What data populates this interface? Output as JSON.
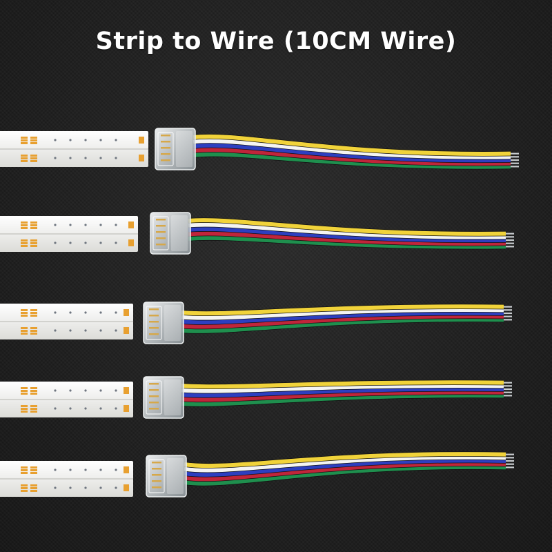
{
  "title": "Strip to Wire (10CM Wire)",
  "colors": {
    "background": "#1f1f1f",
    "strip": "#f2f2f0",
    "pad": "#e8a030",
    "connector": "#d9dde0",
    "pin": "#d6a84a",
    "wires": [
      "#f1d33a",
      "#f4f4f2",
      "#2d3fc0",
      "#c0253a",
      "#1f8f4e"
    ]
  },
  "assemblies": [
    {
      "id": 1
    },
    {
      "id": 2
    },
    {
      "id": 3
    },
    {
      "id": 4
    },
    {
      "id": 5
    }
  ]
}
